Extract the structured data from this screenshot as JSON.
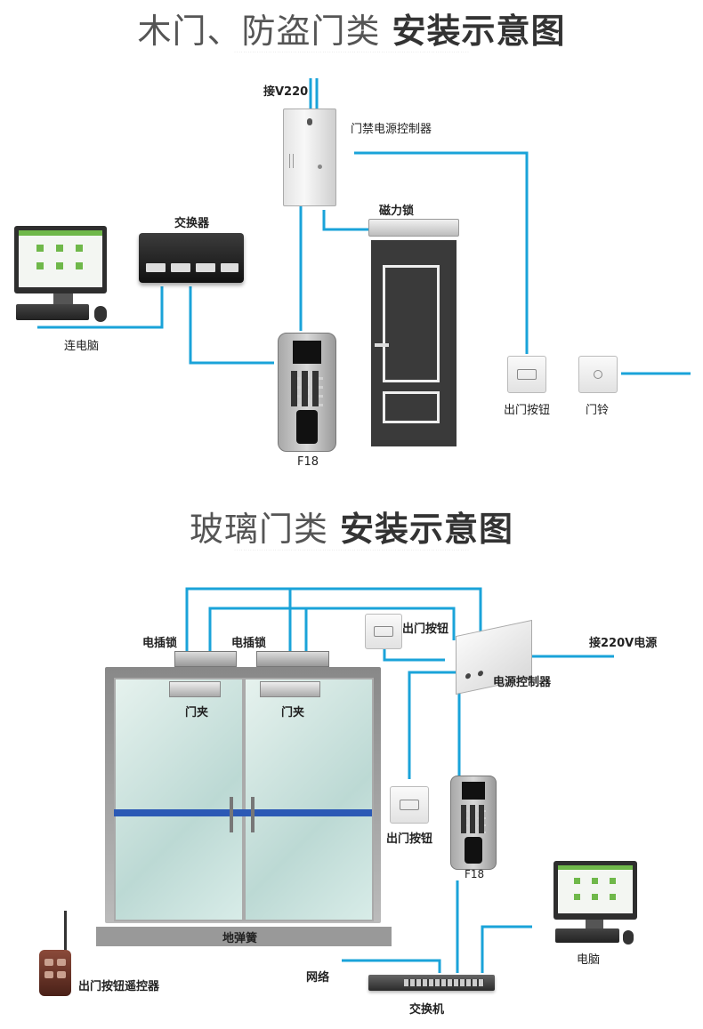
{
  "section1": {
    "title_light": "木门、防盗门类",
    "title_bold": "安装示意图",
    "labels": {
      "v220": "接V220",
      "controller": "门禁电源控制器",
      "switch": "交换器",
      "maglock": "磁力锁",
      "pc": "连电脑",
      "exit_button": "出门按钮",
      "doorbell": "门铃",
      "device": "F18"
    }
  },
  "section2": {
    "title_light": "玻璃门类",
    "title_bold": "安装示意图",
    "labels": {
      "bolt_lock_left": "电插锁",
      "bolt_lock_right": "电插锁",
      "clamp_left": "门夹",
      "clamp_right": "门夹",
      "exit_button_top": "出门按钮",
      "power_220": "接220V电源",
      "power_controller": "电源控制器",
      "exit_button_mid": "出门按钮",
      "device": "F18",
      "floor_spring": "地弹簧",
      "pc": "电脑",
      "network": "网络",
      "remote": "出门按钮遥控器",
      "switch": "交换机"
    }
  },
  "colors": {
    "wire": "#1aa3d9",
    "door": "#3a3a3a",
    "title": "#555555"
  }
}
